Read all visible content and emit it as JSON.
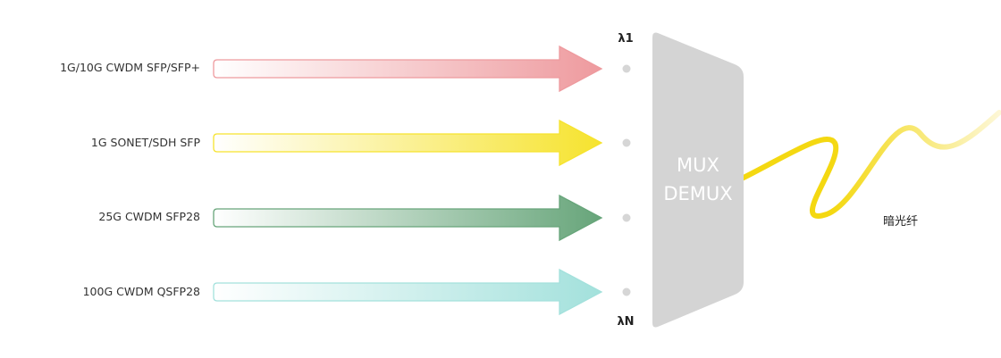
{
  "channels": [
    {
      "label": "1G/10G CWDM SFP/SFP+",
      "color": "#ee9a9e",
      "icon": "arrow-right-icon"
    },
    {
      "label": "1G SONET/SDH SFP",
      "color": "#f6e32e",
      "icon": "arrow-right-icon"
    },
    {
      "label": "25G CWDM SFP28",
      "color": "#67a57a",
      "icon": "arrow-right-icon"
    },
    {
      "label": "100G CWDM QSFP28",
      "color": "#a3e1dc",
      "icon": "arrow-right-icon"
    }
  ],
  "lambda_top": "λ1",
  "lambda_bottom": "λN",
  "mux": {
    "line1": "MUX",
    "line2": "DEMUX",
    "color": "#d4d4d4"
  },
  "fiber": {
    "label": "暗光纤",
    "color": "#f4d811"
  },
  "colors": {
    "dot": "#d6d6d6",
    "background": "#ffffff"
  }
}
